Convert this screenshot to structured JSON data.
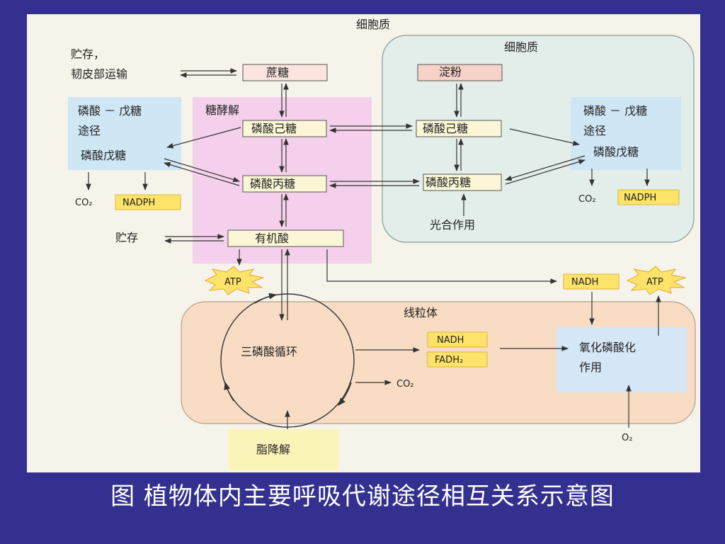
{
  "regions": {
    "cytoplasm_top": "细胞质",
    "cytoplasm_plastid": "细胞质",
    "glycolysis": "糖酵解",
    "mitochondria": "线粒体"
  },
  "left": {
    "storage_transport_line1": "贮存，",
    "storage_transport_line2": "韧皮部运输",
    "ppp_line1": "磷酸 － 戊糖",
    "ppp_line2": "途径",
    "pentose_phosphate": "磷酸戊糖",
    "co2": "CO₂",
    "nadph": "NADPH",
    "storage": "贮存",
    "atp": "ATP"
  },
  "center": {
    "sucrose": "蔗糖",
    "hexose_phosphate": "磷酸己糖",
    "triose_phosphate": "磷酸丙糖",
    "organic_acid": "有机酸"
  },
  "plastid": {
    "starch": "淀粉",
    "hexose_phosphate": "磷酸己糖",
    "triose_phosphate": "磷酸丙糖",
    "photosynthesis": "光合作用"
  },
  "right": {
    "ppp_line1": "磷酸 － 戊糖",
    "ppp_line2": "途径",
    "pentose_phosphate": "磷酸戊糖",
    "co2": "CO₂",
    "nadph": "NADPH",
    "nadh": "NADH",
    "atp": "ATP"
  },
  "mito": {
    "tca": "三磷酸循环",
    "nadh": "NADH",
    "fadh2": "FADH₂",
    "co2": "CO₂",
    "oxphos_line1": "氧化磷酸化",
    "oxphos_line2": "作用",
    "o2": "O₂"
  },
  "bottom": {
    "lipid_degradation": "脂降解"
  },
  "caption": "图  植物体内主要呼吸代谢途径相互关系示意图"
}
